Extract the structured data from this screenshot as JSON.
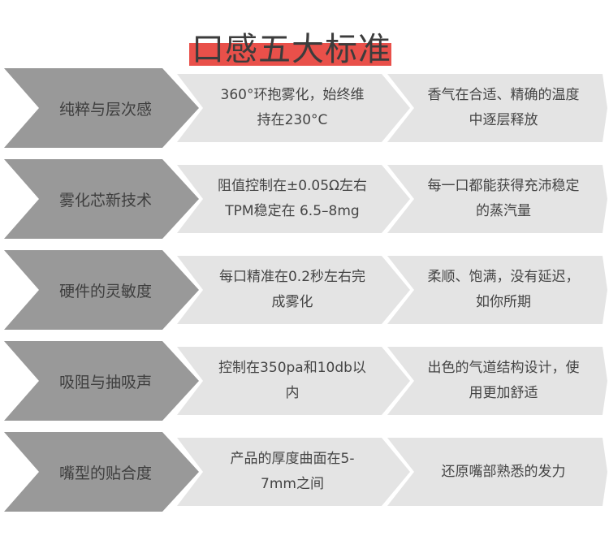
{
  "title": "口感五大标准",
  "colors": {
    "accent": "#e9504a",
    "label_bg": "#999999",
    "cell_bg": "#e4e4e4"
  },
  "rows": [
    {
      "label": "纯粹与层次感",
      "detail": [
        "360°环抱雾化，始终维",
        "持在230°C"
      ],
      "benefit": [
        "香气在合适、精确的温度",
        "中逐层释放"
      ]
    },
    {
      "label": "雾化芯新技术",
      "detail": [
        "阻值控制在±0.05Ω左右",
        "TPM稳定在 6.5–8mg"
      ],
      "benefit": [
        "每一口都能获得充沛稳定",
        "的蒸汽量"
      ]
    },
    {
      "label": "硬件的灵敏度",
      "detail": [
        "每口精准在0.2秒左右完",
        "成雾化"
      ],
      "benefit": [
        "柔顺、饱满，没有延迟，",
        "如你所期"
      ]
    },
    {
      "label": "吸阻与抽吸声",
      "detail": [
        "控制在350pa和10db以",
        "内"
      ],
      "benefit": [
        "出色的气道结构设计，使",
        "用更加舒适"
      ]
    },
    {
      "label": "嘴型的贴合度",
      "detail": [
        "产品的厚度曲面在5-",
        "7mm之间"
      ],
      "benefit": [
        "还原嘴部熟悉的发力"
      ]
    }
  ]
}
